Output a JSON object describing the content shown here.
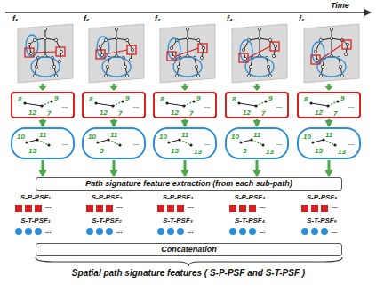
{
  "diagram": {
    "nodes": [
      {
        "text": [
          "8",
          "9",
          "12",
          "7",
          "..."
        ]
      },
      {
        "text": [
          "8",
          "9",
          "12",
          "7",
          "..."
        ]
      },
      {
        "text": [
          "8",
          "9",
          "12",
          "7",
          "..."
        ]
      },
      {
        "text": [
          "8",
          "9",
          "12",
          "7",
          "..."
        ]
      },
      {
        "text": [
          "8",
          "9",
          "12",
          "7",
          "..."
        ]
      },
      {
        "text": [
          "10",
          "11",
          "15",
          "..."
        ]
      },
      {
        "text": [
          "10",
          "11",
          "5",
          "..."
        ]
      },
      {
        "text": [
          "10",
          "11",
          "15",
          "13",
          "..."
        ]
      },
      {
        "text": [
          "10",
          "11",
          "5",
          "13",
          "..."
        ]
      },
      {
        "text": [
          "10",
          "11",
          "15",
          "13",
          "..."
        ]
      },
      {
        "text": [
          "Path signature feature extraction (from each sub-path)"
        ]
      },
      {
        "text": [
          "Concatenation"
        ]
      }
    ],
    "edges": [
      {
        "from": 0,
        "to": 5,
        "arrow": "to"
      },
      {
        "from": 1,
        "to": 6,
        "arrow": "to"
      },
      {
        "from": 2,
        "to": 7,
        "arrow": "to"
      },
      {
        "from": 3,
        "to": 8,
        "arrow": "to"
      },
      {
        "from": 4,
        "to": 9,
        "arrow": "to"
      },
      {
        "from": 5,
        "to": 10,
        "arrow": "to"
      },
      {
        "from": 6,
        "to": 10,
        "arrow": "to"
      },
      {
        "from": 7,
        "to": 10,
        "arrow": "to"
      },
      {
        "from": 8,
        "to": 10,
        "arrow": "to"
      },
      {
        "from": 9,
        "to": 10,
        "arrow": "to"
      }
    ],
    "labels": [
      "Time",
      "f₁",
      "f₂",
      "f₃",
      "f₄",
      "f₅",
      "S-P-PSF₁",
      "S-P-PSF₂",
      "S-P-PSF₃",
      "S-P-PSF₄",
      "S-P-PSF₅",
      "...",
      "...",
      "...",
      "...",
      "...",
      "S-T-PSF₁",
      "S-T-PSF₂",
      "S-T-PSF₃",
      "S-T-PSF₄",
      "S-T-PSF₅",
      "...",
      "...",
      "...",
      "...",
      "...",
      "Spatial path signature features ( S-P-PSF and S-T-PSF )"
    ]
  }
}
